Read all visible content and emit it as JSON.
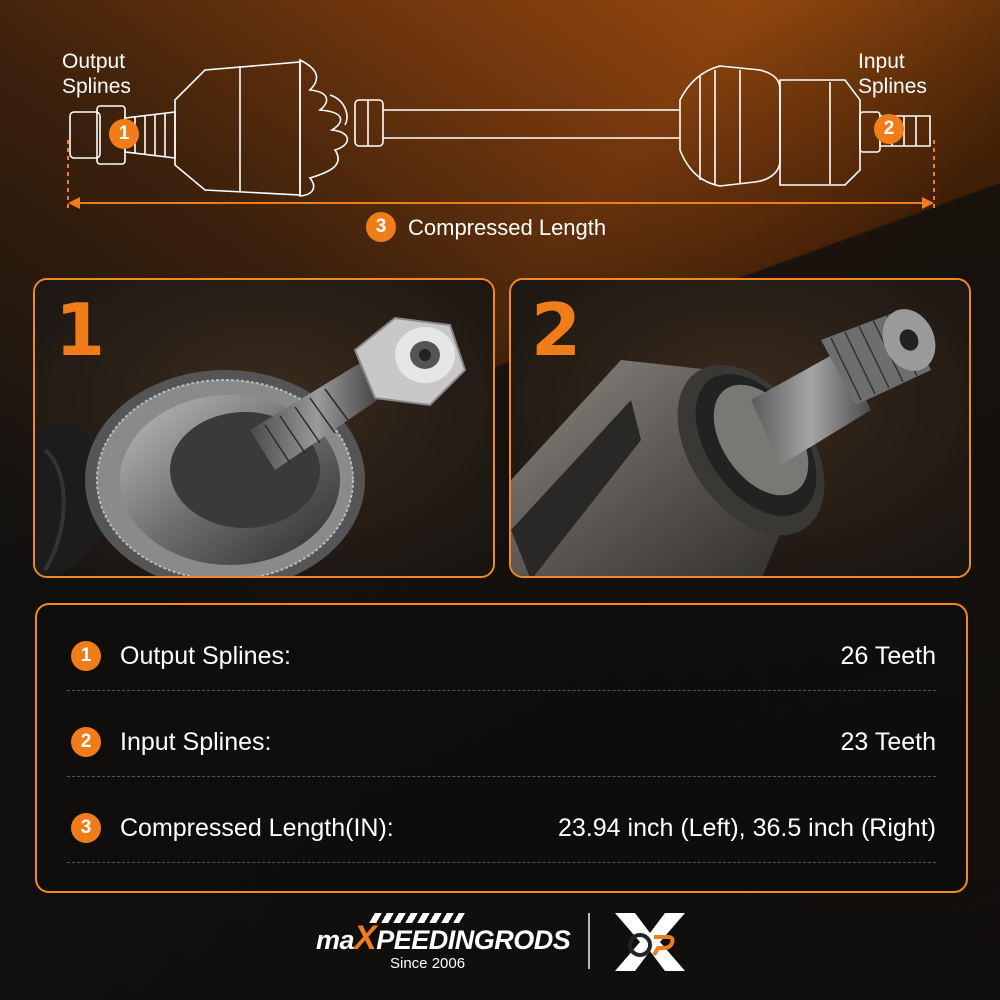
{
  "diagram": {
    "output_label_line1": "Output",
    "output_label_line2": "Splines",
    "input_label_line1": "Input",
    "input_label_line2": "Splines",
    "badge_output": "1",
    "badge_input": "2",
    "badge_length": "3",
    "length_label": "Compressed Length"
  },
  "panels": [
    {
      "number": "1"
    },
    {
      "number": "2"
    }
  ],
  "specs": [
    {
      "badge": "1",
      "label": "Output Splines:",
      "value": "26 Teeth"
    },
    {
      "badge": "2",
      "label": "Input Splines:",
      "value": "23 Teeth"
    },
    {
      "badge": "3",
      "label": "Compressed Length(IN):",
      "value": "23.94 inch (Left), 36.5 inch (Right)"
    }
  ],
  "footer": {
    "brand_pre": "ma",
    "brand_x": "X",
    "brand_post": "PEEDINGRODS",
    "since": "Since 2006",
    "logo_letters": "OR"
  },
  "colors": {
    "accent": "#f07c1a",
    "border": "#f08a23"
  }
}
